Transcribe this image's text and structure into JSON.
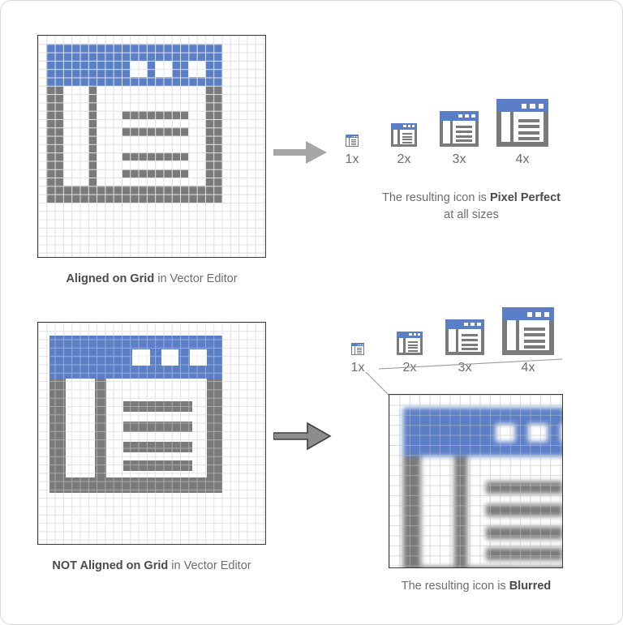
{
  "page": {
    "title": "Pixel Perfect vs Blurred Icon Grid Alignment",
    "background": "#ffffff",
    "border_color": "#d8d8d8"
  },
  "colors": {
    "blue": "#5b7fc7",
    "gray": "#7a7a7a",
    "white": "#ffffff",
    "grid_line": "#e4e4e4",
    "panel_border": "#3a3a3a",
    "text_muted": "#6d6d6d",
    "text_strong": "#4a4a4a",
    "arrow_light": "#a0a0a0",
    "arrow_dark": "#555555"
  },
  "top_section": {
    "editor_caption": {
      "strong": "Aligned on Grid",
      "rest": " in Vector Editor"
    },
    "arrow_name": "right-arrow-light",
    "scale_labels": [
      "1x",
      "2x",
      "3x",
      "4x"
    ],
    "result_caption": {
      "line1_prefix": "The resulting icon is ",
      "line1_strong": "Pixel Perfect",
      "line2": "at all sizes"
    }
  },
  "bottom_section": {
    "editor_caption": {
      "strong": "NOT Aligned on Grid",
      "rest": " in Vector Editor"
    },
    "arrow_name": "right-arrow-dark",
    "scale_labels": [
      "1x",
      "2x",
      "3x",
      "4x"
    ],
    "result_caption": {
      "prefix": "The resulting icon is ",
      "strong": "Blurred"
    }
  },
  "icon": {
    "semantic_name": "browser-window-icon",
    "parts": [
      "title-bar",
      "three-dots",
      "sidebar-panel",
      "text-lines",
      "frame"
    ],
    "dot_count": 3,
    "text_line_count": 4
  },
  "scales": {
    "factors": [
      1,
      2,
      3,
      4
    ],
    "base_size_px": 16
  }
}
